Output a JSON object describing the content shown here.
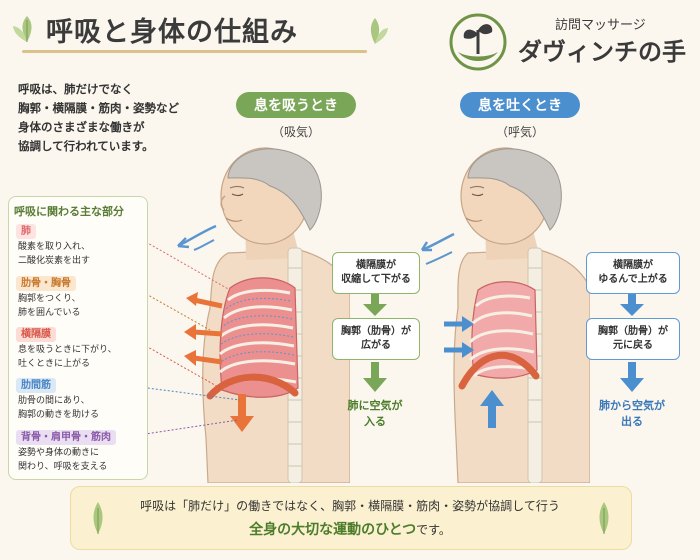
{
  "title": "呼吸と身体の仕組み",
  "logo": {
    "sub": "訪問マッサージ",
    "main": "ダヴィンチの手"
  },
  "intro": [
    "呼吸は、肺だけでなく",
    "胸郭・横隔膜・筋肉・姿勢など",
    "身体のさまざまな働きが",
    "協調して行われています。"
  ],
  "inhale": {
    "label": "息を吸うとき",
    "sub": "（吸気）",
    "box1": [
      "横隔膜が",
      "収縮して下がる"
    ],
    "box2": [
      "胸郭（肋骨）が",
      "広がる"
    ],
    "result": [
      "肺に空気が",
      "入る"
    ]
  },
  "exhale": {
    "label": "息を吐くとき",
    "sub": "（呼気）",
    "box1": [
      "横隔膜が",
      "ゆるんで上がる"
    ],
    "box2": [
      "胸郭（肋骨）が",
      "元に戻る"
    ],
    "result": [
      "肺から空気が",
      "出る"
    ]
  },
  "legend": {
    "title": "呼吸に関わる主な部分",
    "items": [
      {
        "tag": "肺",
        "desc": [
          "酸素を取り入れ、",
          "二酸化炭素を出す"
        ],
        "color": "#e06a6a",
        "bg": "#fde3e1"
      },
      {
        "tag": "肋骨・胸骨",
        "desc": [
          "胸郭をつくり、",
          "肺を囲んでいる"
        ],
        "color": "#c77a2c",
        "bg": "#fbe6cf"
      },
      {
        "tag": "横隔膜",
        "desc": [
          "息を吸うときに下がり、",
          "吐くときに上がる"
        ],
        "color": "#d75a4a",
        "bg": "#fcdcd6"
      },
      {
        "tag": "肋間筋",
        "desc": [
          "肋骨の間にあり、",
          "胸郭の動きを助ける"
        ],
        "color": "#4b86c5",
        "bg": "#dbe9f7"
      },
      {
        "tag": "背骨・肩甲骨・筋肉",
        "desc": [
          "姿勢や身体の動きに",
          "関わり、呼吸を支える"
        ],
        "color": "#8a5aa8",
        "bg": "#eadff2"
      }
    ]
  },
  "bottom": {
    "line1": "呼吸は「肺だけ」の働きではなく、胸郭・横隔膜・筋肉・姿勢が協調して行う",
    "line2": "全身の大切な運動のひとつ",
    "line2_suffix": "です。"
  },
  "colors": {
    "green": "#7aa657",
    "blue": "#4b8fcf",
    "orange": "#e8743a",
    "lung": "#ec8a8a"
  }
}
